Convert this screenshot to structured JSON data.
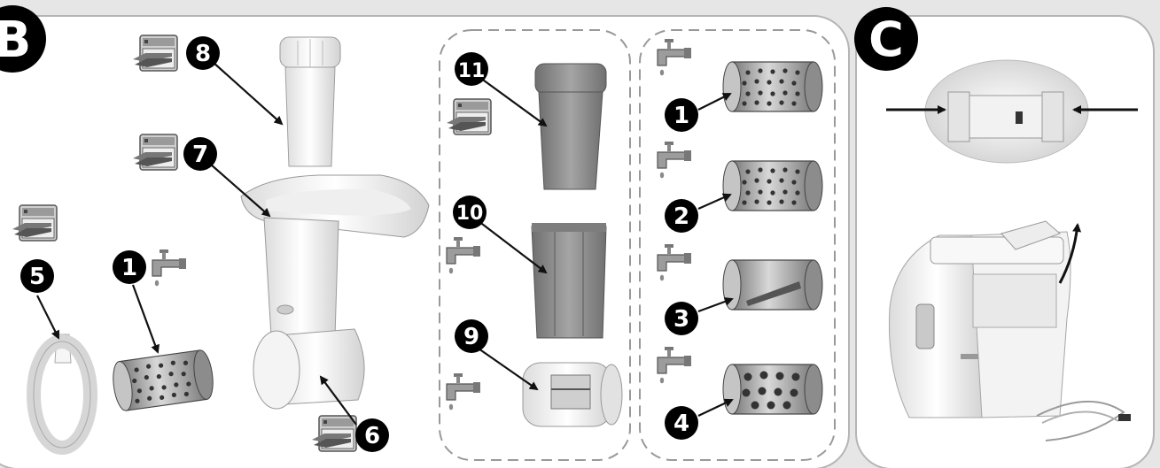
{
  "sections": {
    "b": {
      "letter": "B"
    },
    "c": {
      "letter": "C"
    }
  },
  "callouts": {
    "n8": "8",
    "n7": "7",
    "n5": "5",
    "n1_left": "1",
    "n6": "6",
    "n11": "11",
    "n10": "10",
    "n9": "9",
    "n1_right": "1",
    "n2": "2",
    "n3": "3",
    "n4": "4"
  },
  "colors": {
    "panel_bg": "#ffffff",
    "panel_border": "#b5b5b5",
    "page_bg": "#e6e6e6",
    "badge": "#000000",
    "badge_text": "#ffffff",
    "grey_part": "#8f8f8f",
    "metal": "#a9a9a9",
    "white_part": "#fbfbfb"
  },
  "icons": {
    "dishwasher": "dishwasher-icon",
    "tap": "water-tap-icon"
  }
}
